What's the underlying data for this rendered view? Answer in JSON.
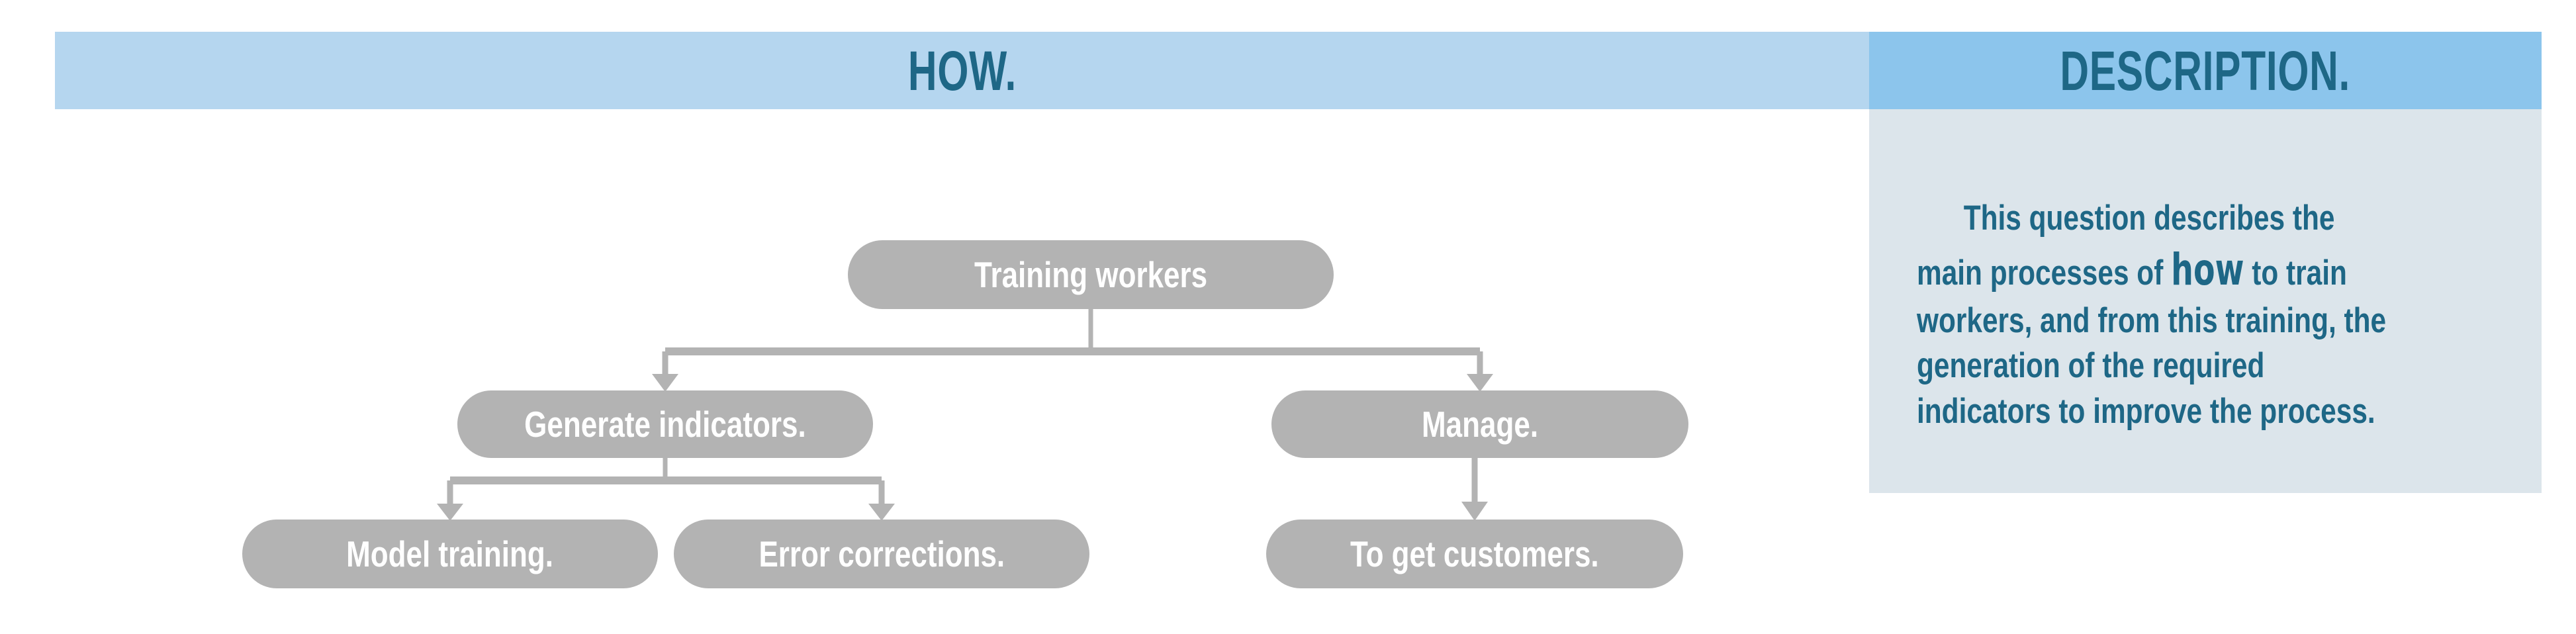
{
  "panels": {
    "how": {
      "title": "HOW.",
      "header_bg": "#b5d6ef"
    },
    "description": {
      "title": "DESCRIPTION.",
      "header_bg": "#8cc5ec",
      "body_bg": "#dce5eb",
      "text_before": "This question describes the main processes of ",
      "text_emphasis": "how",
      "text_after": " to train workers, and from this training, the generation of the required indicators to improve the process.",
      "full_text": "This question describes the main processes of how to train workers, and from this training, the generation of the required indicators to improve the process."
    }
  },
  "theme": {
    "title_color": "#1e6786",
    "node_fill": "#b3b3b3",
    "node_text": "#ffffff",
    "connector_color": "#b3b3b3",
    "page_bg": "#ffffff"
  },
  "chart_data": {
    "type": "diagram",
    "subtype": "flowchart-tree",
    "title": "HOW.",
    "orientation": "top-down",
    "nodes": [
      {
        "id": "root",
        "label": "Training workers",
        "level": 0,
        "parent": null
      },
      {
        "id": "generate",
        "label": "Generate indicators.",
        "level": 1,
        "parent": "root"
      },
      {
        "id": "manage",
        "label": "Manage.",
        "level": 1,
        "parent": "root"
      },
      {
        "id": "model-training",
        "label": "Model training.",
        "level": 2,
        "parent": "generate"
      },
      {
        "id": "error-corr",
        "label": "Error corrections.",
        "level": 2,
        "parent": "generate"
      },
      {
        "id": "customers",
        "label": "To get customers.",
        "level": 2,
        "parent": "manage"
      }
    ],
    "edges": [
      {
        "from": "root",
        "to": "generate",
        "style": "elbow-arrow"
      },
      {
        "from": "root",
        "to": "manage",
        "style": "elbow-arrow"
      },
      {
        "from": "generate",
        "to": "model-training",
        "style": "elbow-arrow"
      },
      {
        "from": "generate",
        "to": "error-corr",
        "style": "elbow-arrow"
      },
      {
        "from": "manage",
        "to": "customers",
        "style": "straight-arrow"
      }
    ]
  }
}
